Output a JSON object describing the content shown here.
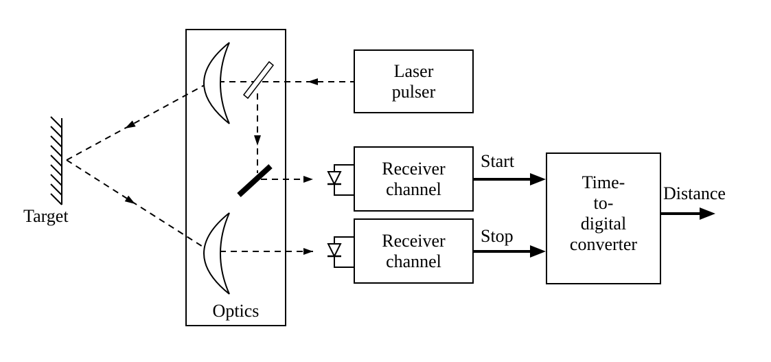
{
  "labels": {
    "target": "Target",
    "optics": "Optics",
    "start": "Start",
    "stop": "Stop",
    "distance": "Distance"
  },
  "boxes": {
    "laser_pulser": "Laser\npulser",
    "receiver_channel_top": "Receiver\nchannel",
    "receiver_channel_bottom": "Receiver\nchannel",
    "time_to_digital_converter": "Time-\nto-\ndigital\nconverter"
  },
  "icons": {
    "target_wall": "hatched-wall",
    "lens_top": "meniscus-lens",
    "lens_bottom": "meniscus-lens",
    "beam_splitter": "beam-splitter",
    "mirror": "fold-mirror",
    "photodiode_start": "photodiode",
    "photodiode_stop": "photodiode"
  },
  "colors": {
    "line": "#000000",
    "background": "#ffffff"
  }
}
